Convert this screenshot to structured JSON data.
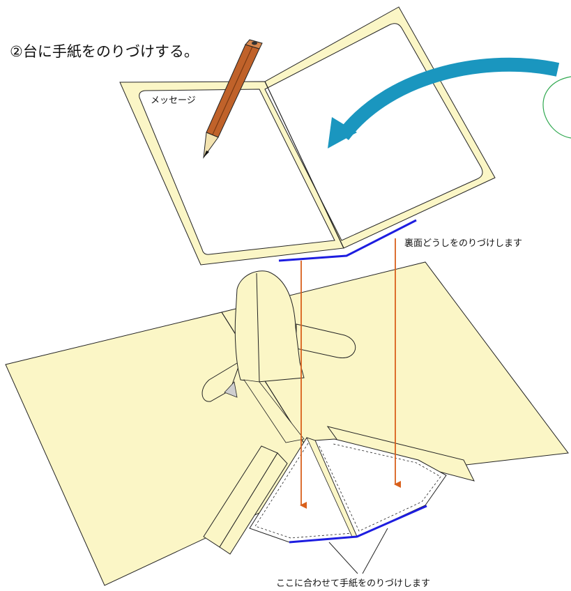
{
  "title": "②台に手紙をのりづけする。",
  "card_label": "メッセージ",
  "note_back_glue": "裏面どうしをのりづけします",
  "note_align_glue": "ここに合わせて手紙をのりづけします",
  "colors": {
    "cream": "#fbf6c6",
    "outline": "#222222",
    "glue_line": "#1d1de0",
    "guide_arrow": "#d9601b",
    "motion_arrow": "#1a96bf",
    "pencil_body": "#c0622a",
    "pencil_dark": "#7a3a12",
    "green_circle": "#2fa84f"
  },
  "icons": [
    "pencil-icon",
    "curved-arrow-icon"
  ]
}
